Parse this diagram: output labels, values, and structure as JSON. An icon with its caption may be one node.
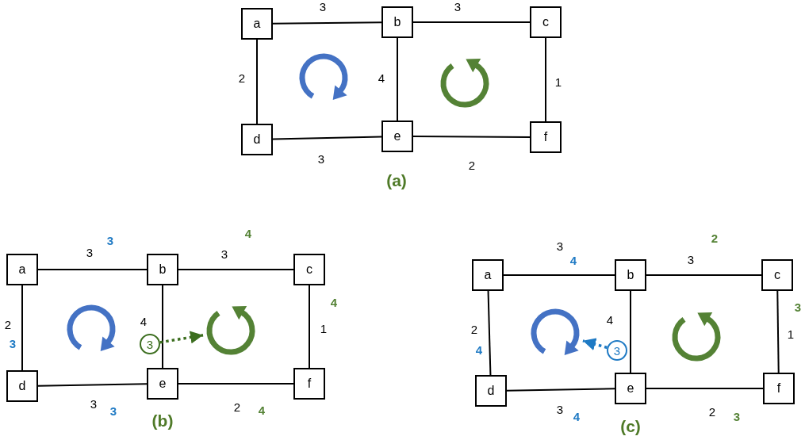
{
  "diagram": {
    "nodes": [
      {
        "text": [
          "a"
        ]
      },
      {
        "text": [
          "b"
        ]
      },
      {
        "text": [
          "c"
        ]
      },
      {
        "text": [
          "d"
        ]
      },
      {
        "text": [
          "e"
        ]
      },
      {
        "text": [
          "f"
        ]
      },
      {
        "text": [
          "a"
        ]
      },
      {
        "text": [
          "b"
        ]
      },
      {
        "text": [
          "c"
        ]
      },
      {
        "text": [
          "d"
        ]
      },
      {
        "text": [
          "e"
        ]
      },
      {
        "text": [
          "f"
        ]
      },
      {
        "text": [
          "3"
        ]
      },
      {
        "text": [],
        "shape": "circle"
      },
      {
        "text": [
          "a"
        ]
      },
      {
        "text": [
          "b"
        ]
      },
      {
        "text": [
          "c"
        ]
      },
      {
        "text": [
          "d"
        ]
      },
      {
        "text": [
          "e"
        ]
      },
      {
        "text": [
          "f"
        ]
      },
      {
        "text": [
          "3"
        ]
      },
      {
        "text": [],
        "shape": "circle"
      }
    ],
    "edges": [
      {
        "from": 0,
        "to": 1,
        "arrow": "none",
        "label": "3"
      },
      {
        "from": 1,
        "to": 2,
        "arrow": "none",
        "label": "3"
      },
      {
        "from": 0,
        "to": 3,
        "arrow": "none",
        "label": "2"
      },
      {
        "from": 1,
        "to": 4,
        "arrow": "none",
        "label": "4"
      },
      {
        "from": 2,
        "to": 5,
        "arrow": "none",
        "label": "1"
      },
      {
        "from": 3,
        "to": 4,
        "arrow": "none",
        "label": "3"
      },
      {
        "from": 4,
        "to": 5,
        "arrow": "none",
        "label": "2"
      },
      {
        "from": 6,
        "to": 7,
        "arrow": "none",
        "label": "3"
      },
      {
        "from": 7,
        "to": 8,
        "arrow": "none",
        "label": "3"
      },
      {
        "from": 6,
        "to": 9,
        "arrow": "none",
        "label": "2"
      },
      {
        "from": 7,
        "to": 10,
        "arrow": "none",
        "label": "4"
      },
      {
        "from": 8,
        "to": 11,
        "arrow": "none",
        "label": "1"
      },
      {
        "from": 9,
        "to": 10,
        "arrow": "none",
        "label": "3"
      },
      {
        "from": 10,
        "to": 11,
        "arrow": "none",
        "label": "2"
      },
      {
        "from": 12,
        "to": 13,
        "arrow": "to",
        "style": "dashed",
        "color": "#3c6e1f"
      },
      {
        "from": 14,
        "to": 15,
        "arrow": "none",
        "label": "3"
      },
      {
        "from": 15,
        "to": 16,
        "arrow": "none",
        "label": "3"
      },
      {
        "from": 14,
        "to": 17,
        "arrow": "none",
        "label": "2"
      },
      {
        "from": 15,
        "to": 18,
        "arrow": "none",
        "label": "4"
      },
      {
        "from": 16,
        "to": 19,
        "arrow": "none",
        "label": "1"
      },
      {
        "from": 17,
        "to": 18,
        "arrow": "none",
        "label": "3"
      },
      {
        "from": 18,
        "to": 19,
        "arrow": "none",
        "label": "2"
      },
      {
        "from": 20,
        "to": 21,
        "arrow": "to",
        "style": "dashed",
        "color": "#1f7ac4"
      }
    ],
    "labels": [
      "(a)",
      "3",
      "4",
      "3",
      "4",
      "3",
      "4",
      "(b)",
      "4",
      "2",
      "4",
      "3",
      "4",
      "3",
      "(c)"
    ]
  }
}
